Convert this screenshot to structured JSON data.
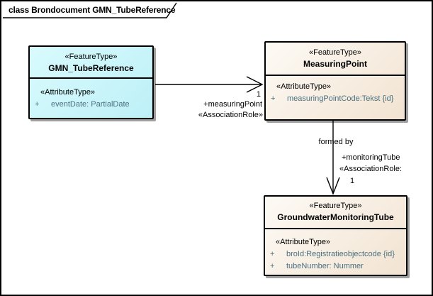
{
  "diagram": {
    "title": "class Brondocument GMN_TubeReference"
  },
  "colors": {
    "class_cyan_fill": "#C9F4FA",
    "class_tan_fill": "#F5EADD",
    "attribute_text": "#4A7080",
    "border": "#000000",
    "shadow": "#A0A0A0"
  },
  "classes": [
    {
      "stereotype": "«FeatureType»",
      "name": "GMN_TubeReference",
      "compartment_stereotype": "«AttributeType»",
      "attributes": [
        {
          "visibility": "+",
          "text": "eventDate: PartialDate"
        }
      ]
    },
    {
      "stereotype": "«FeatureType»",
      "name": "MeasuringPoint",
      "compartment_stereotype": "«AttributeType»",
      "attributes": [
        {
          "visibility": "+",
          "text": "measuringPointCode:Tekst {id}"
        }
      ]
    },
    {
      "stereotype": "«FeatureType»",
      "name": "GroundwaterMonitoringTube",
      "compartment_stereotype": "«AttributeType»",
      "attributes": [
        {
          "visibility": "+",
          "text": "broId:Registratieobjectcode {id}"
        },
        {
          "visibility": "+",
          "text": "tubeNumber: Nummer"
        }
      ]
    }
  ],
  "connectors": [
    {
      "target_multiplicity": "1",
      "target_role": "+measuringPoint",
      "role_stereotype": "«AssociationRole»"
    },
    {
      "name": "formed by",
      "target_role": "+monitoringTube",
      "role_stereotype": "«AssociationRole:",
      "target_multiplicity": "1"
    }
  ]
}
